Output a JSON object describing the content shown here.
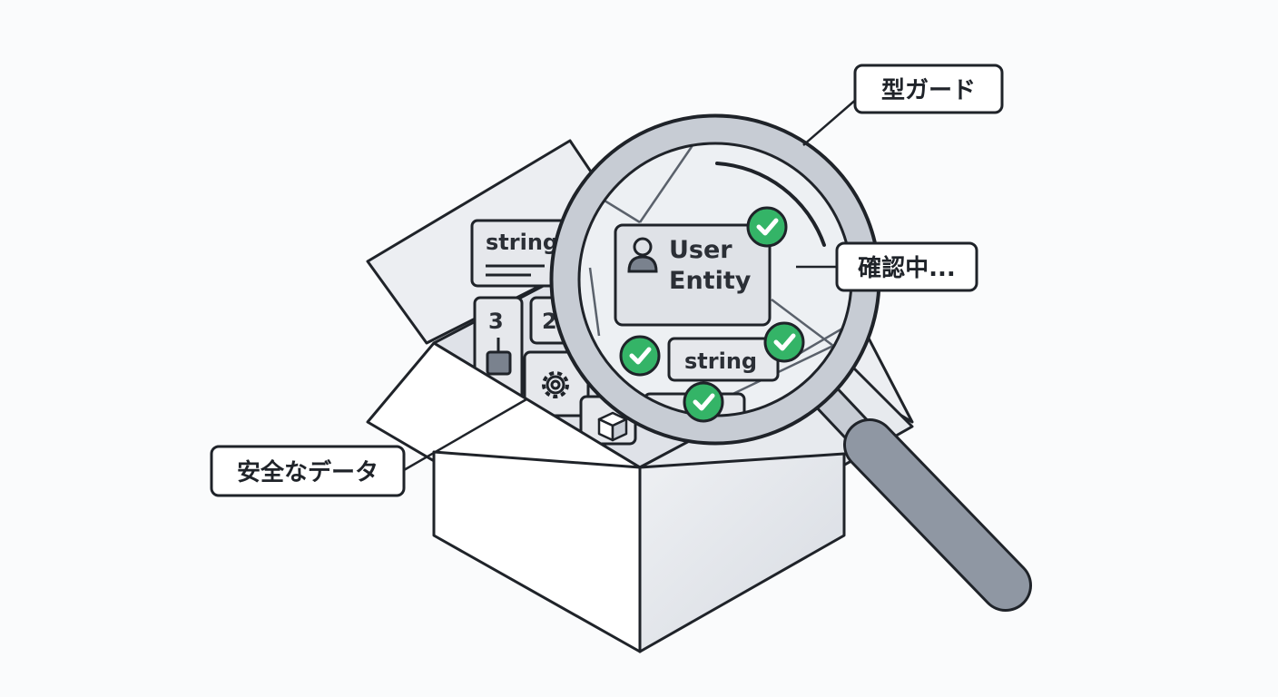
{
  "callouts": {
    "type_guard": "型ガード",
    "checking": "確認中...",
    "safe_data": "安全なデータ"
  },
  "box_items": {
    "string_card": "string",
    "number_card": "3",
    "number_card_2": "2",
    "lens_entity_line1": "User",
    "lens_entity_line2": "Entity",
    "lens_string": "string"
  },
  "colors": {
    "outline": "#1f2329",
    "box_face": "#ffffff",
    "box_shade": "#e4e7ec",
    "lens_ring": "#c7ccd4",
    "handle": "#8f97a3",
    "check": "#34b467"
  }
}
